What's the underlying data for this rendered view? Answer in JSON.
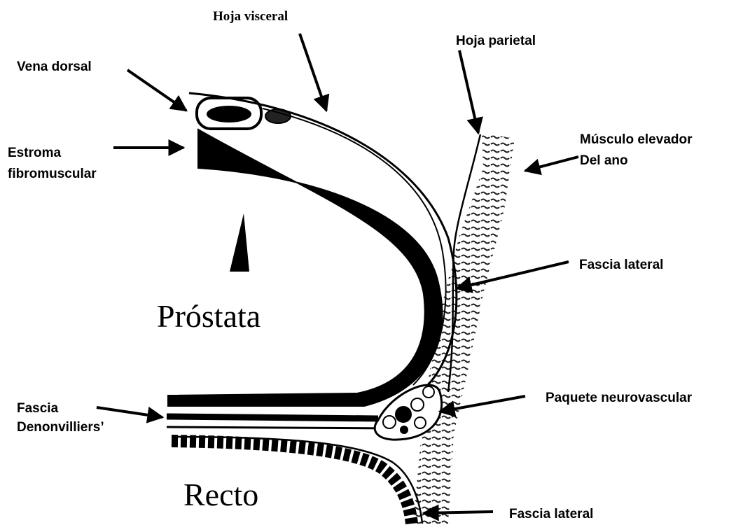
{
  "labels": {
    "hoja_visceral": "Hoja visceral",
    "hoja_parietal": "Hoja parietal",
    "vena_dorsal": "Vena dorsal",
    "estroma_line1": "Estroma",
    "estroma_line2": "fibromuscular",
    "musculo_line1": "Músculo elevador",
    "musculo_line2": "Del ano",
    "fascia_lateral_upper": "Fascia lateral",
    "prostata": "Próstata",
    "paquete": "Paquete neurovascular",
    "fascia_den_line1": "Fascia",
    "fascia_den_line2": "Denonvilliers’",
    "recto": "Recto",
    "fascia_lateral_lower": "Fascia lateral"
  },
  "colors": {
    "ink": "#000000",
    "paper": "#ffffff",
    "hatch": "#1a1a1a"
  }
}
